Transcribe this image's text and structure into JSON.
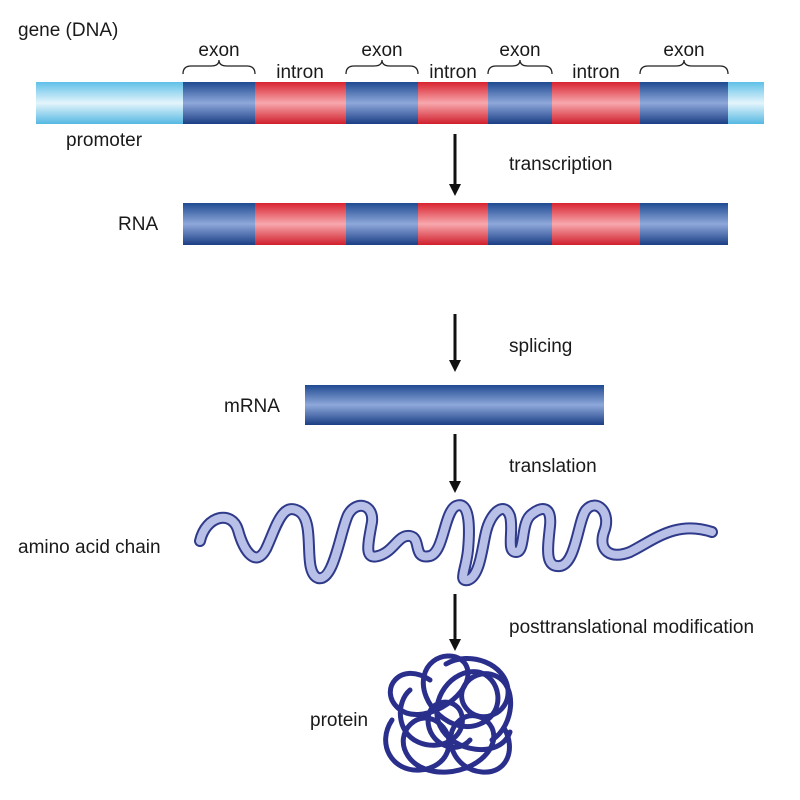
{
  "diagram": {
    "gene_label": "gene (DNA)",
    "exon_label": "exon",
    "intron_label": "intron",
    "promoter_label": "promoter",
    "rna_label": "RNA",
    "mrna_label": "mRNA",
    "amino_label": "amino acid chain",
    "protein_label": "protein",
    "steps": {
      "transcription": "transcription",
      "splicing": "splicing",
      "translation": "translation",
      "posttranslational": "posttranslational modification"
    },
    "colors": {
      "exon": "#2d5ba6",
      "intron": "#e23a44",
      "promoter": "#8fd2ee",
      "amino_chain": "#a9b3e0",
      "protein": "#2b2f8c",
      "arrow": "#111111"
    }
  }
}
